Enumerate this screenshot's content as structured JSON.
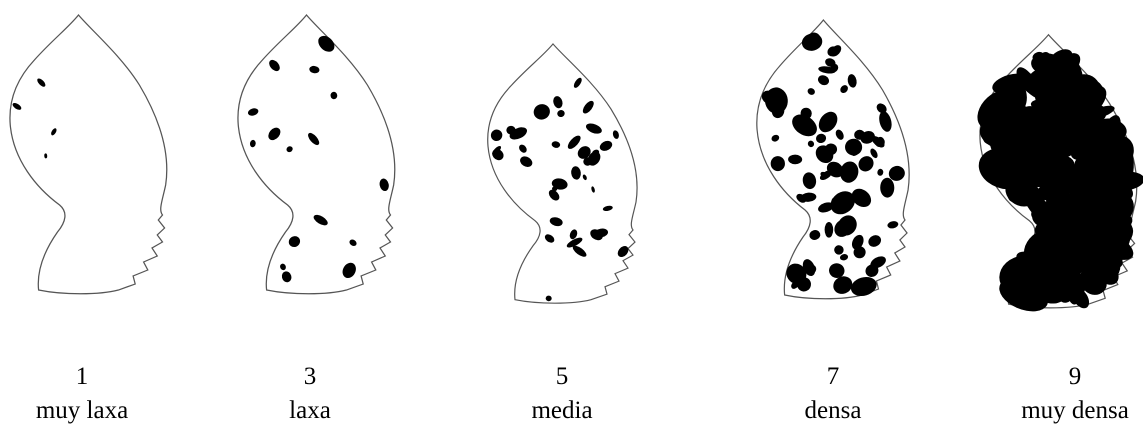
{
  "scale": [
    {
      "score": "1",
      "label": "muy laxa",
      "density": "very-sparse"
    },
    {
      "score": "3",
      "label": "laxa",
      "density": "sparse"
    },
    {
      "score": "5",
      "label": "media",
      "density": "medium"
    },
    {
      "score": "7",
      "label": "densa",
      "density": "dense"
    },
    {
      "score": "9",
      "label": "muy densa",
      "density": "very-dense"
    }
  ],
  "colors": {
    "outline": "#555555",
    "spots": "#000000",
    "background": "#ffffff"
  }
}
